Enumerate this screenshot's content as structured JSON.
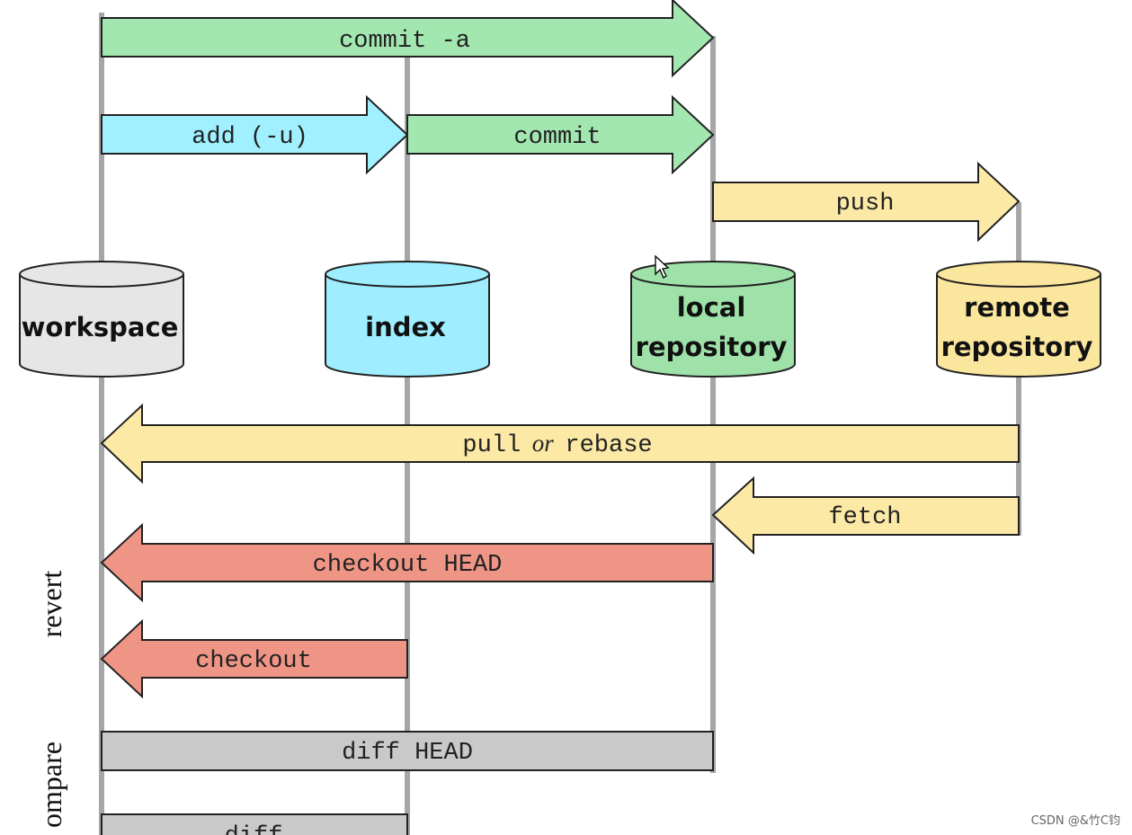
{
  "nodes": {
    "workspace": {
      "label": "workspace",
      "fill": "#e6e6e6"
    },
    "index": {
      "label": "index",
      "fill": "#9eeeff"
    },
    "local": {
      "line1": "local",
      "line2": "repository",
      "fill": "#9ee2a9"
    },
    "remote": {
      "line1": "remote",
      "line2": "repository",
      "fill": "#fbe69e"
    }
  },
  "arrows": {
    "commit_a": "commit -a",
    "add": "add (-u)",
    "commit": "commit",
    "push": "push",
    "pull": "pull",
    "or": "or",
    "rebase": "rebase",
    "fetch": "fetch",
    "checkout_head": "checkout HEAD",
    "checkout": "checkout"
  },
  "bars": {
    "diff_head": "diff HEAD",
    "diff": "diff"
  },
  "side_labels": {
    "revert": "revert",
    "compare": "ompare"
  },
  "watermark": "CSDN @&竹C钧",
  "colors": {
    "green": "#a2e6b0",
    "cyan": "#a0f0ff",
    "yellow": "#fbe9a5",
    "red": "#ef9585",
    "gray": "#c9c9c9",
    "line": "#a6a6a6",
    "stroke": "#222222"
  }
}
